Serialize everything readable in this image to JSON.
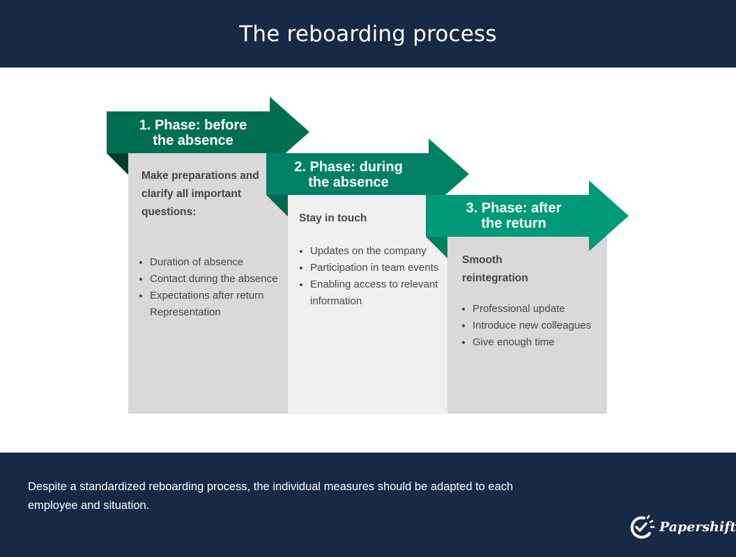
{
  "header": {
    "title": "The reboarding process"
  },
  "colors": {
    "navy": "#172945",
    "phase1": "#006f51",
    "phase2": "#008064",
    "phase3": "#009a78"
  },
  "phases": [
    {
      "title_line1": "1. Phase: before",
      "title_line2": "the absence",
      "subtitle": "Make preparations and clarify all important questions:",
      "items": [
        "Duration of absence",
        "Contact during the absence",
        "Expectations after return Representation"
      ]
    },
    {
      "title_line1": "2. Phase: during",
      "title_line2": "the absence",
      "subtitle": "Stay in touch",
      "items": [
        "Updates on the company",
        "Participation in team events",
        "Enabling access to relevant information"
      ]
    },
    {
      "title_line1": "3. Phase: after",
      "title_line2": "the return",
      "subtitle": "Smooth reintegration",
      "items": [
        "Professional update",
        "Introduce new colleagues",
        "Give enough time"
      ]
    }
  ],
  "footer": {
    "note": "Despite a standardized reboarding process, the individual measures should be adapted to each employee and situation.",
    "logo_text": "Papershift"
  }
}
